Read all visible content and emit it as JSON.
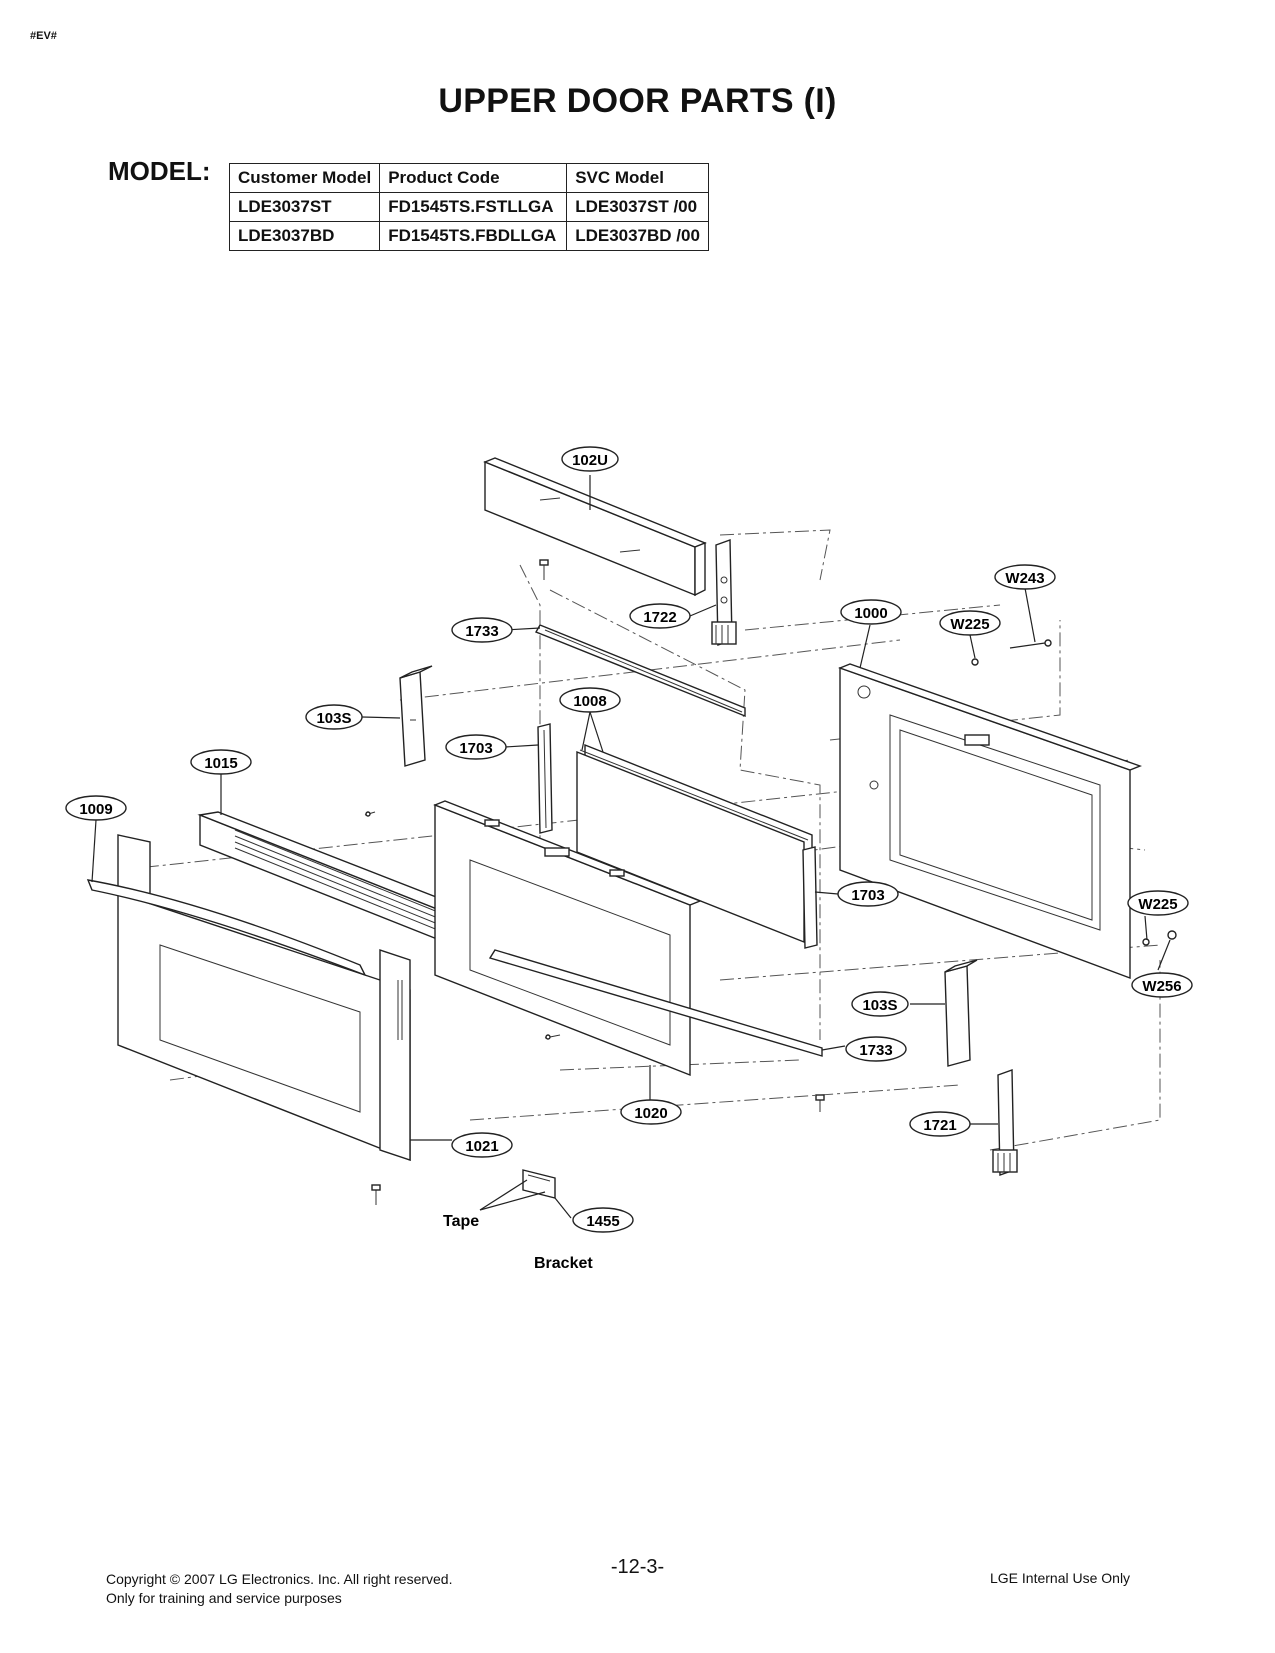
{
  "header": {
    "doc_tag": "#EV#",
    "title": "UPPER DOOR PARTS (I)",
    "model_label": "MODEL:"
  },
  "model_table": {
    "columns": [
      "Customer Model",
      "Product Code",
      "SVC Model"
    ],
    "rows": [
      [
        "LDE3037ST",
        "FD1545TS.FSTLLGA",
        "LDE3037ST /00"
      ],
      [
        "LDE3037BD",
        "FD1545TS.FBDLLGA",
        "LDE3037BD /00"
      ]
    ]
  },
  "diagram": {
    "callouts": {
      "c102U": "102U",
      "c1722": "1722",
      "c1733a": "1733",
      "c1000": "1000",
      "cW243": "W243",
      "cW225a": "W225",
      "c103Sa": "103S",
      "c1008": "1008",
      "c1703a": "1703",
      "c1015": "1015",
      "c1009": "1009",
      "c1703b": "1703",
      "cW225b": "W225",
      "cW256": "W256",
      "c103Sb": "103S",
      "c1733b": "1733",
      "c1020": "1020",
      "c1721": "1721",
      "c1021": "1021",
      "c1455": "1455"
    },
    "labels": {
      "tape": "Tape",
      "bracket": "Bracket"
    }
  },
  "footer": {
    "copyright": "Copyright © 2007 LG Electronics. Inc. All right reserved.",
    "training": "Only for training and service purposes",
    "page_number": "-12-3-",
    "internal": "LGE Internal Use Only"
  }
}
